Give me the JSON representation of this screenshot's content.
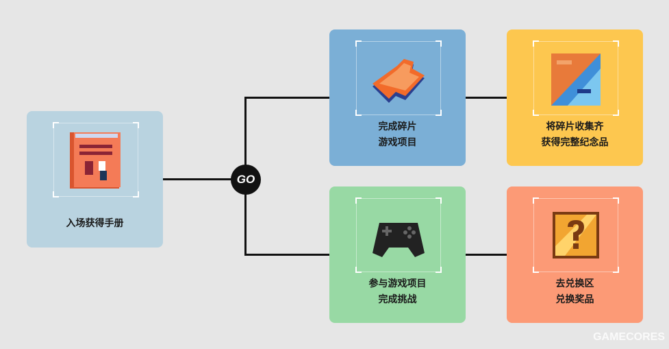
{
  "nodes": {
    "start": {
      "lines": [
        "入场获得手册"
      ],
      "color": "#b9d3e0",
      "icon": "pixel-book-icon"
    },
    "fragments": {
      "lines": [
        "完成碎片",
        "游戏项目"
      ],
      "color": "#7bafd6",
      "icon": "puzzle-piece-icon"
    },
    "collect": {
      "lines": [
        "将碎片收集齐",
        "获得完整纪念品"
      ],
      "color": "#fdc74f",
      "icon": "puzzle-picture-icon"
    },
    "challenge": {
      "lines": [
        "参与游戏项目",
        "完成挑战"
      ],
      "color": "#98d9a4",
      "icon": "gamepad-icon"
    },
    "exchange": {
      "lines": [
        "去兑换区",
        "兑换奖品"
      ],
      "color": "#fc9a76",
      "icon": "question-block-icon"
    }
  },
  "go": {
    "label": "GO"
  },
  "watermark": "GAMECORES"
}
